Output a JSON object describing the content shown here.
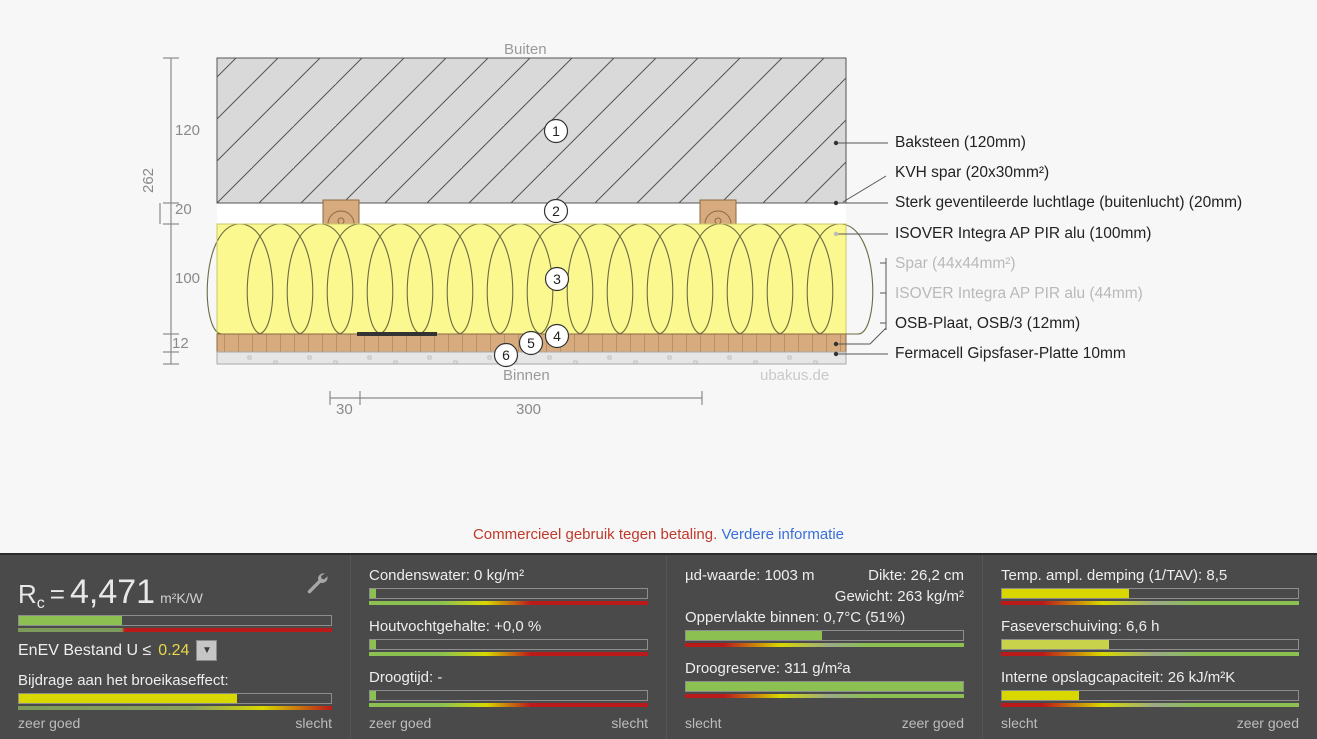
{
  "diagram": {
    "outside_label": "Buiten",
    "inside_label": "Binnen",
    "watermark": "ubakus.de",
    "vertical_total": "262",
    "vertical_dims": [
      "120",
      "20",
      "100",
      "12"
    ],
    "horizontal_dims": [
      "30",
      "300"
    ],
    "markers": [
      "1",
      "2",
      "3",
      "4",
      "5",
      "6"
    ],
    "layers": [
      {
        "label": "Baksteen (120mm)",
        "faded": false
      },
      {
        "label": "KVH spar (20x30mm²)",
        "faded": false
      },
      {
        "label": "Sterk geventileerde luchtlage (buitenlucht) (20mm)",
        "faded": false
      },
      {
        "label": "ISOVER Integra AP PIR alu (100mm)",
        "faded": false
      },
      {
        "label": "Spar (44x44mm²)",
        "faded": true
      },
      {
        "label": "ISOVER Integra AP PIR alu (44mm)",
        "faded": true
      },
      {
        "label": "OSB-Plaat, OSB/3 (12mm)",
        "faded": false
      },
      {
        "label": "Fermacell Gipsfaser-Platte 10mm",
        "faded": false
      }
    ]
  },
  "commercial": {
    "text": "Commercieel gebruik tegen betaling.",
    "link": "Verdere informatie"
  },
  "results": {
    "col1": {
      "rc_symbol": "R",
      "rc_subscript": "c",
      "rc_equals": "=",
      "rc_value": "4,471",
      "rc_unit": "m²K/W",
      "rc_fill_percent": 33,
      "wrench_icon": "wrench-icon",
      "enev_label": "EnEV Bestand U ≤",
      "enev_value": "0.24",
      "dropdown_icon": "chevron-down-icon",
      "greenhouse_label": "Bijdrage aan het broeikaseffect:",
      "greenhouse_fill_percent": 70,
      "scale_left": "zeer goed",
      "scale_right": "slecht"
    },
    "col2": {
      "metrics": [
        {
          "label": "Condenswater: 0 kg/m²",
          "fill_percent": 2
        },
        {
          "label": "Houtvochtgehalte: +0,0 %",
          "fill_percent": 2
        },
        {
          "label": "Droogtijd: -",
          "fill_percent": 2
        }
      ],
      "scale_left": "zeer goed",
      "scale_right": "slecht"
    },
    "col3": {
      "mu_label": "µd-waarde: 1003 m",
      "thickness_label": "Dikte: 26,2 cm",
      "weight_label": "Gewicht: 263 kg/m²",
      "metrics": [
        {
          "label": "Oppervlakte binnen: 0,7°C (51%)",
          "fill_percent": 49
        },
        {
          "label": "Droogreserve: 311 g/m²a",
          "fill_percent": 100
        }
      ],
      "scale_left": "slecht",
      "scale_right": "zeer goed"
    },
    "col4": {
      "metrics": [
        {
          "label": "Temp. ampl. demping (1/TAV): 8,5",
          "fill_percent": 43
        },
        {
          "label": "Faseverschuiving: 6,6 h",
          "fill_percent": 36
        },
        {
          "label": "Interne opslagcapaciteit: 26 kJ/m²K",
          "fill_percent": 26
        }
      ],
      "scale_left": "slecht",
      "scale_right": "zeer goed"
    }
  },
  "colors": {
    "green": "#8cc152",
    "yellow": "#d8d800",
    "red": "#bb1a1a",
    "panel_bg": "#4a4a4a",
    "brick": "#d9d9d9",
    "insulation": "#fbf88f",
    "wood": "#d7ab7e",
    "gypsum": "#e6e6e6"
  }
}
